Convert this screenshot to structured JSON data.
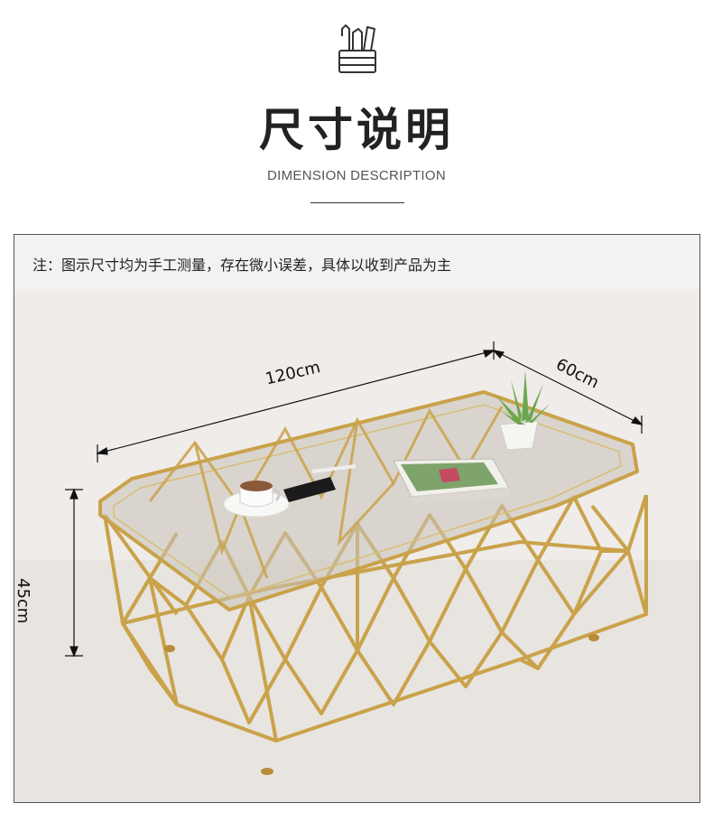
{
  "header": {
    "icon": "pencil-ruler-cup-icon",
    "title": "尺寸说明",
    "subtitle": "DIMENSION DESCRIPTION"
  },
  "panel": {
    "note": "注：图示尺寸均为手工测量，存在微小误差，具体以收到产品为主",
    "length_label": "120cm",
    "width_label": "60cm",
    "height_label": "45cm"
  },
  "colors": {
    "gold": "#c9a24a",
    "glass": "#c7c3b8",
    "frame_border": "#555555"
  }
}
